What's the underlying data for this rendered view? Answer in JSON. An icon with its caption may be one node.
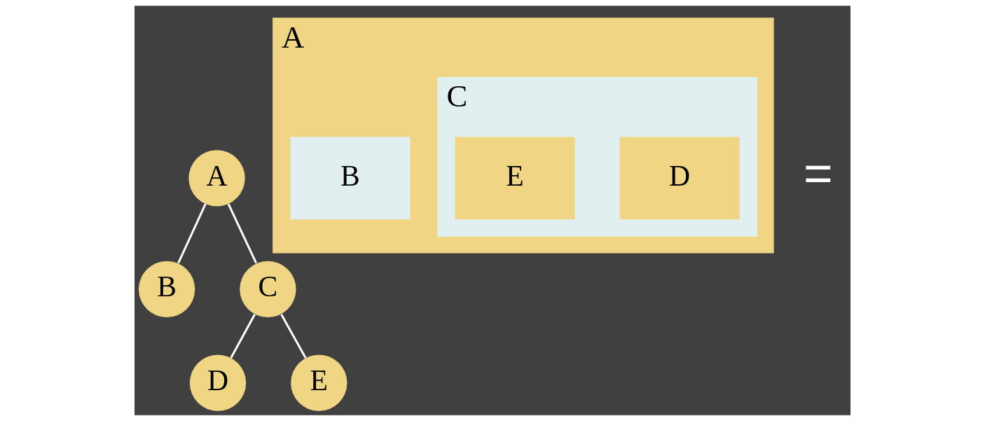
{
  "diagram": {
    "nodes": [
      {
        "text": [
          "A"
        ]
      },
      {
        "text": [
          "B"
        ]
      },
      {
        "text": [
          "C"
        ]
      },
      {
        "text": [
          "D"
        ]
      },
      {
        "text": [
          "E"
        ]
      },
      {
        "text": [
          "A"
        ]
      },
      {
        "text": [
          "B"
        ],
        "in": 5
      },
      {
        "text": [
          "C"
        ],
        "in": 5
      },
      {
        "text": [
          "D"
        ],
        "in": 7
      },
      {
        "text": [
          "E"
        ],
        "in": 7
      }
    ],
    "edges": [
      {
        "from": 0,
        "to": 1,
        "arrow": "none"
      },
      {
        "from": 0,
        "to": 2,
        "arrow": "none"
      },
      {
        "from": 2,
        "to": 3,
        "arrow": "none"
      },
      {
        "from": 2,
        "to": 4,
        "arrow": "none"
      }
    ],
    "labels": [
      "="
    ]
  }
}
